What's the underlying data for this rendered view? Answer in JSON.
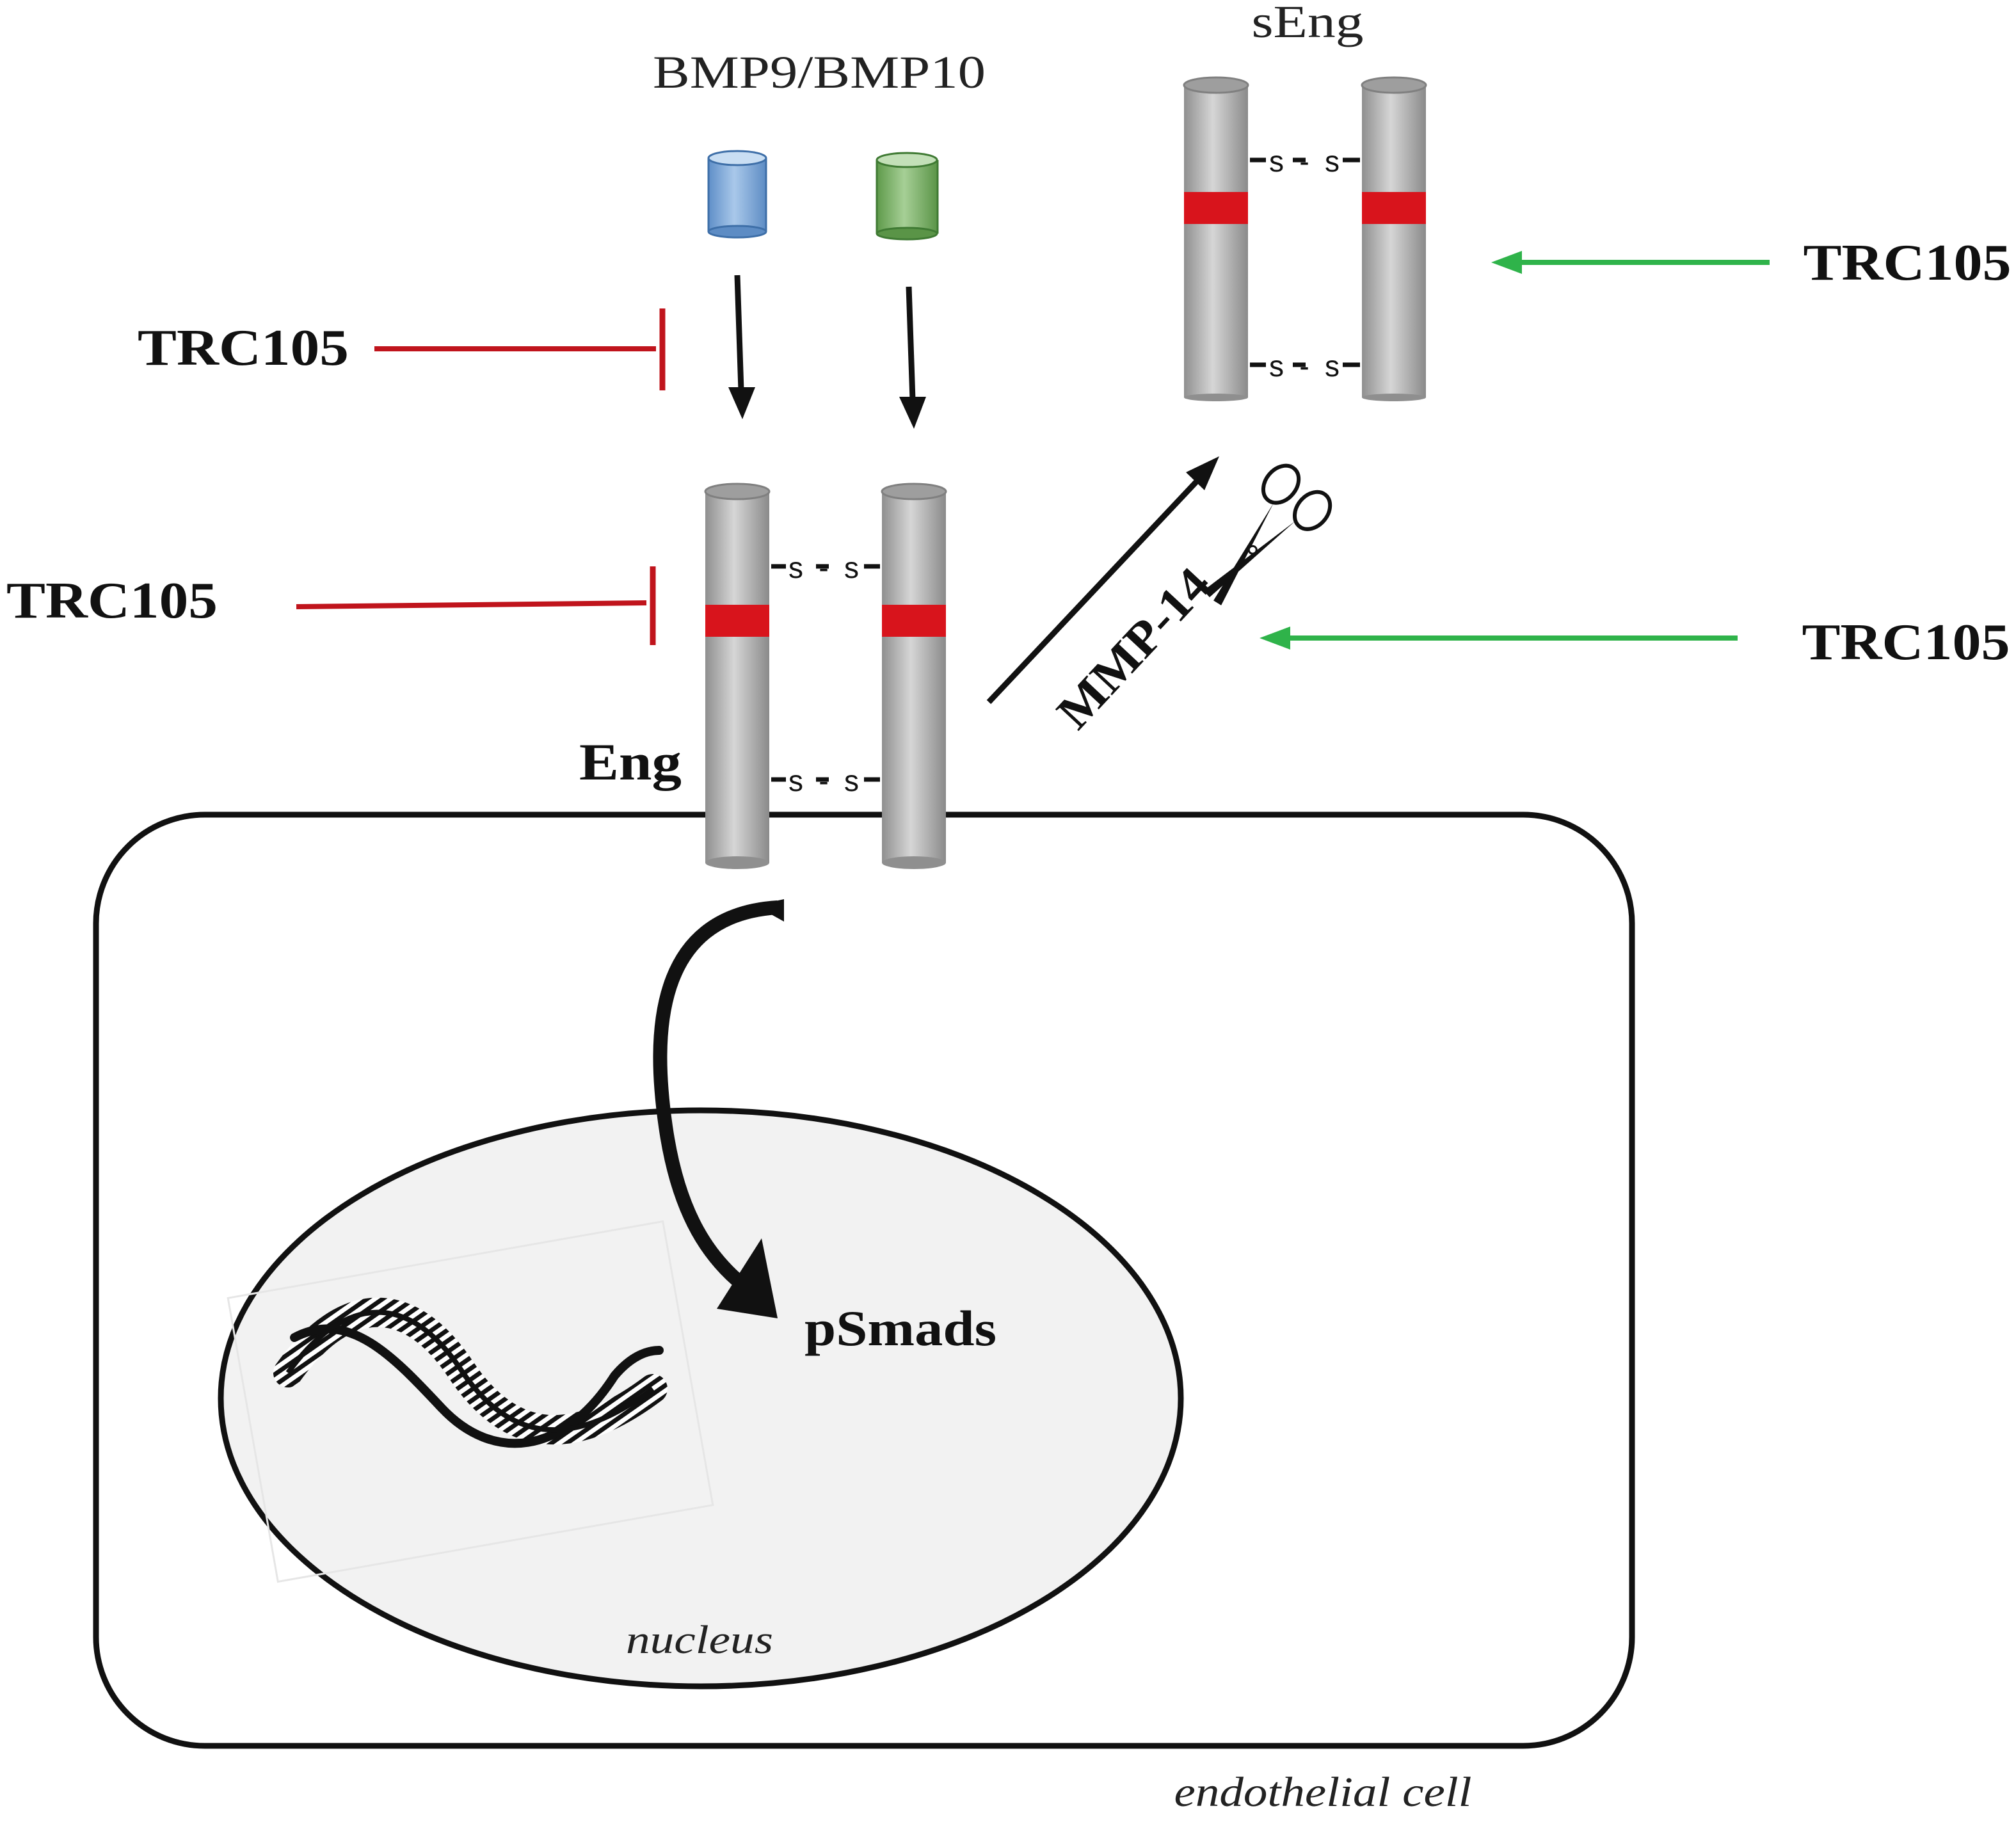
{
  "labels": {
    "ligand": "BMP9/BMP10",
    "soluble_endoglin": "sEng",
    "endoglin": "Eng",
    "protease": "MMP-14",
    "nuclear_signal": "pSmads",
    "nucleus": "nucleus",
    "cell": "endothelial cell",
    "drug": "TRC105",
    "disulfide": "s-s"
  },
  "colors": {
    "inhibition": "#c0141c",
    "stimulation": "#2fb34a",
    "cleavage_band": "#d8141c",
    "receptor_body": "#b9b9b9",
    "bmp9": "#8fb5de",
    "bmp10": "#86b874",
    "nucleus_fill": "#f2f2f2",
    "outline": "#111111"
  },
  "icons": {
    "cleavage": "scissors-icon",
    "genome": "dna-helix-icon"
  }
}
